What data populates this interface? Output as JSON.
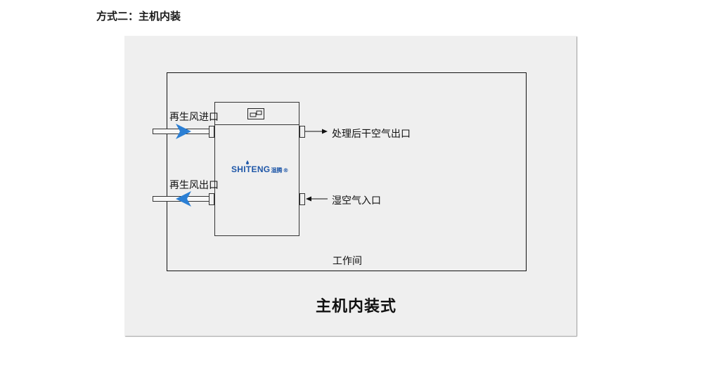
{
  "heading": "方式二：主机内装",
  "diagram": {
    "regen_air_in": "再生风进口",
    "regen_air_out": "再生风出口",
    "dry_air_out": "处理后干空气出口",
    "humid_air_in": "湿空气入口",
    "room_label": "工作间",
    "logo_en": "SHITENG",
    "logo_cn": "湿腾",
    "logo_mark": "®"
  },
  "caption": "主机内装式",
  "colors": {
    "arrow_blue": "#2b7fd4",
    "logo_blue": "#1f57a8"
  }
}
